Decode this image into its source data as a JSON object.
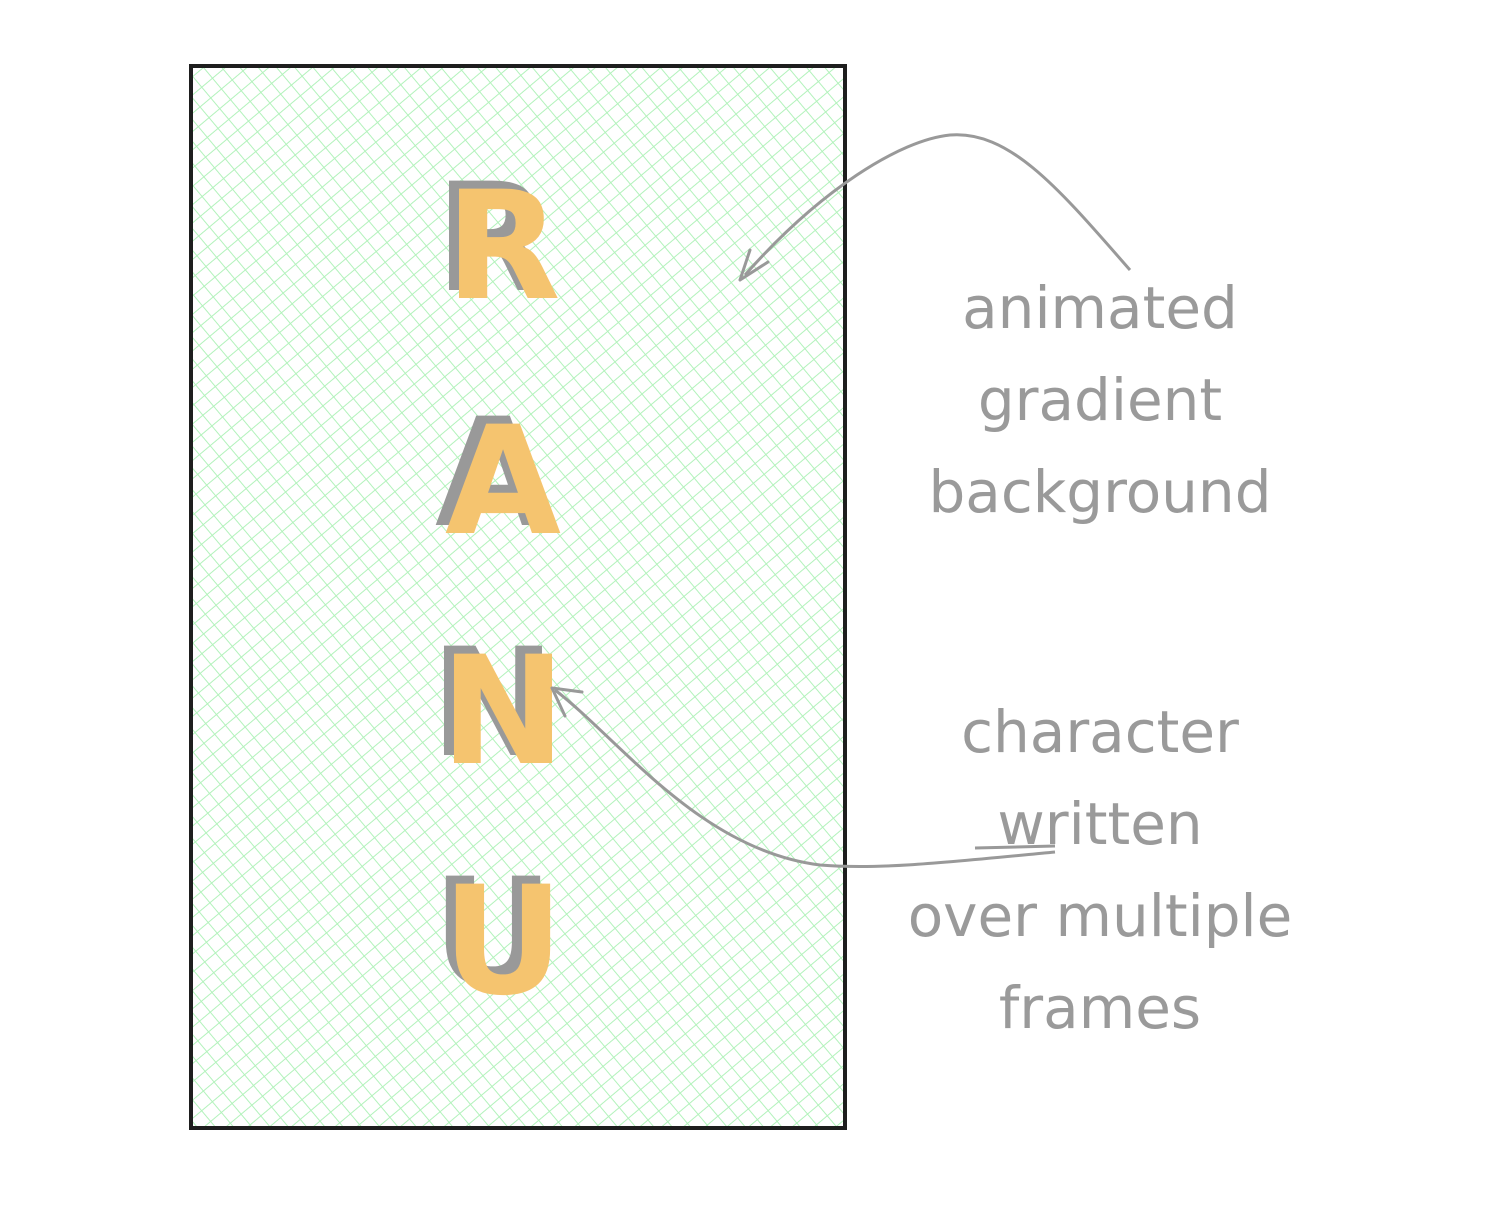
{
  "frame": {
    "letters": [
      "R",
      "A",
      "N",
      "U"
    ],
    "fill_color": "#b2f2bb",
    "fill_style": "cross-hatch",
    "stroke_color": "#1e1e1e",
    "letter_colors": [
      "#999999",
      "#f5c46f"
    ]
  },
  "annotations": {
    "background": {
      "lines": [
        "animated",
        "gradient",
        "background"
      ]
    },
    "character": {
      "lines": [
        "character",
        "written",
        "over multiple",
        "frames"
      ],
      "underlined_word": "written"
    }
  },
  "arrow_color": "#999999"
}
